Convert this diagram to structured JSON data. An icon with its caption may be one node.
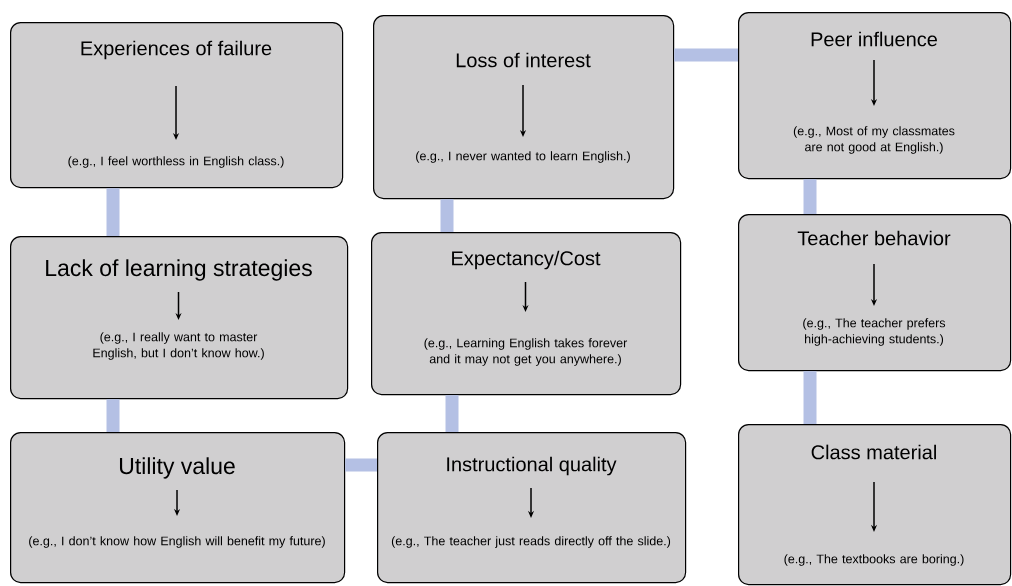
{
  "diagram": {
    "nodes": [
      {
        "text": [
          "Experiences of failure",
          "(e.g., I feel worthless in English class.)"
        ]
      },
      {
        "text": [
          "Lack of learning strategies",
          "(e.g., I really want to master English, but I don’t know how.)"
        ]
      },
      {
        "text": [
          "Utility value",
          "(e.g., I don’t know how English will benefit my future)"
        ]
      },
      {
        "text": [
          "Instructional quality",
          "(e.g., The teacher just reads directly off the slide.)"
        ]
      },
      {
        "text": [
          "Expectancy/Cost",
          "(e.g., Learning English takes forever and it may not get you anywhere.)"
        ]
      },
      {
        "text": [
          "Loss of interest",
          "(e.g., I never wanted to learn English.)"
        ]
      },
      {
        "text": [
          "Peer influence",
          "(e.g., Most of my classmates are not good at English.)"
        ]
      },
      {
        "text": [
          "Teacher behavior",
          "(e.g., The teacher prefers high-achieving students.)"
        ]
      },
      {
        "text": [
          "Class material",
          "(e.g., The textbooks are boring.)"
        ]
      }
    ],
    "edges": [
      {
        "from": 0,
        "to": 1,
        "arrow": "none"
      },
      {
        "from": 1,
        "to": 2,
        "arrow": "none"
      },
      {
        "from": 2,
        "to": 3,
        "arrow": "none"
      },
      {
        "from": 3,
        "to": 4,
        "arrow": "none"
      },
      {
        "from": 4,
        "to": 5,
        "arrow": "none"
      },
      {
        "from": 5,
        "to": 6,
        "arrow": "none"
      },
      {
        "from": 6,
        "to": 7,
        "arrow": "none"
      },
      {
        "from": 7,
        "to": 8,
        "arrow": "none"
      }
    ]
  }
}
